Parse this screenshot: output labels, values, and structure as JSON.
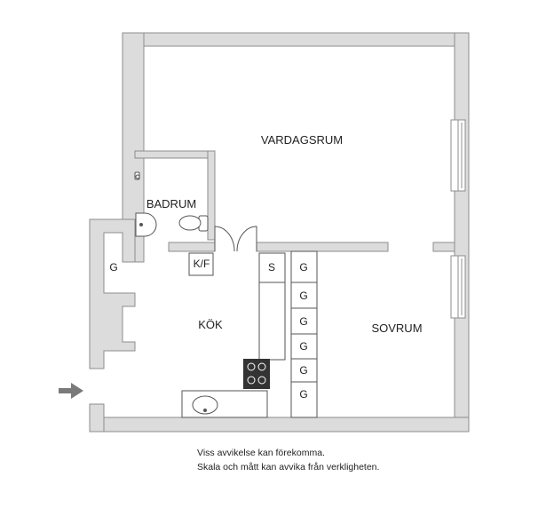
{
  "rooms": {
    "vardagsrum": "VARDAGSRUM",
    "sovrum": "SOVRUM",
    "kok": "KÖK",
    "badrum": "BADRUM"
  },
  "fixtures": {
    "garderob_hall": "G",
    "kyl_frys": "K/F",
    "skap": "S",
    "garderob": "G"
  },
  "disclaimer": {
    "line1": "Viss avvikelse kan förekomma.",
    "line2": "Skala och mått kan avvika från verkligheten."
  },
  "colors": {
    "wall": "#dcdcdc",
    "wall_edge": "#8c8c8c",
    "arrow": "#7a7a7a",
    "stove": "#333333"
  }
}
